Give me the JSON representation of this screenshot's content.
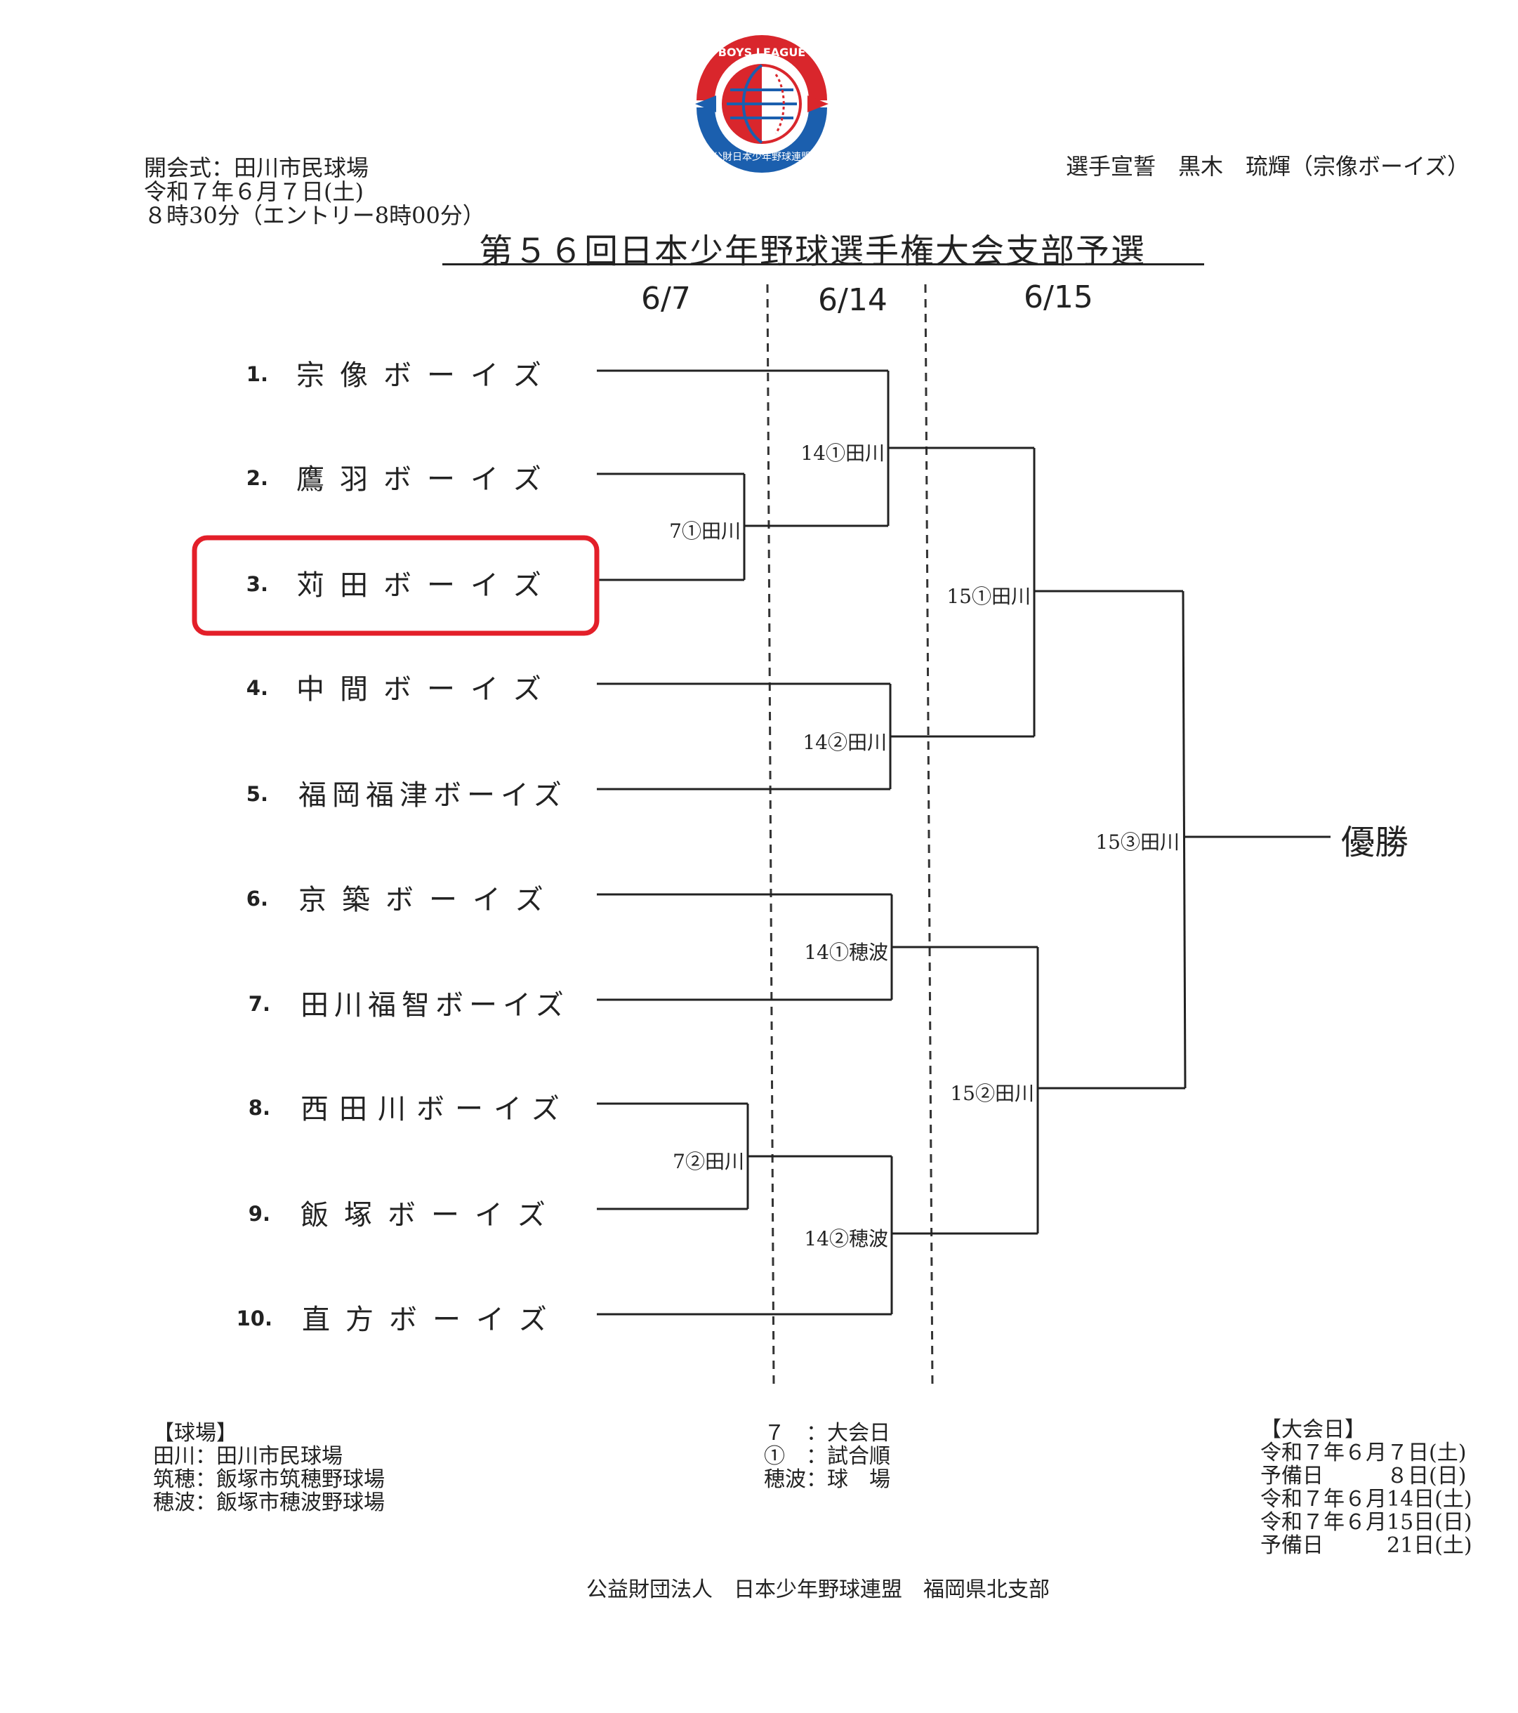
{
  "logo": {
    "ring_text": "BOYS LEAGUE",
    "lower_text": "公財日本少年野球連盟"
  },
  "header": {
    "opening_lines": [
      "開会式：田川市民球場",
      "令和７年６月７日(土)",
      "８時30分（エントリー8時00分）"
    ],
    "oath": "選手宣誓　黒木　琉輝（宗像ボーイズ）",
    "title": "第５６回日本少年野球選手権大会支部予選"
  },
  "dates": {
    "d1": "6/7",
    "d2": "6/14",
    "d3": "6/15"
  },
  "teams": [
    {
      "num": "1.",
      "name": "宗像ボーイズ"
    },
    {
      "num": "2.",
      "name": "鷹羽ボーイズ"
    },
    {
      "num": "3.",
      "name": "苅田ボーイズ"
    },
    {
      "num": "4.",
      "name": "中間ボーイズ"
    },
    {
      "num": "5.",
      "name": "福岡福津ボーイズ"
    },
    {
      "num": "6.",
      "name": "京築ボーイズ"
    },
    {
      "num": "7.",
      "name": "田川福智ボーイズ"
    },
    {
      "num": "8.",
      "name": "西田川ボーイズ"
    },
    {
      "num": "9.",
      "name": "飯塚ボーイズ"
    },
    {
      "num": "10.",
      "name": "直方ボーイズ"
    }
  ],
  "highlighted_team": "苅田ボーイズ",
  "matches": {
    "r1a": "7①田川",
    "r1b": "7②田川",
    "q1": "14①田川",
    "q2": "14②田川",
    "q3": "14①穂波",
    "q4": "14②穂波",
    "s1": "15①田川",
    "s2": "15②田川",
    "f": "15③田川"
  },
  "champion_label": "優勝",
  "footer": {
    "venues": [
      "【球場】",
      "田川：田川市民球場",
      "筑穂：飯塚市筑穂野球場",
      "穂波：飯塚市穂波野球場"
    ],
    "legend": [
      "７　：大会日",
      "①　：試合順",
      "穂波：球　場"
    ],
    "schedule": [
      "【大会日】",
      "令和７年６月７日(土)",
      "予備日　　　８日(日)",
      "令和７年６月14日(土)",
      "令和７年６月15日(日)",
      "予備日　　　21日(土)"
    ],
    "organization": "公益財団法人　日本少年野球連盟　福岡県北支部"
  },
  "colors": {
    "highlight": "#e31f29",
    "logo_red": "#d9262c",
    "logo_blue": "#1b5fae",
    "line": "#222222"
  }
}
